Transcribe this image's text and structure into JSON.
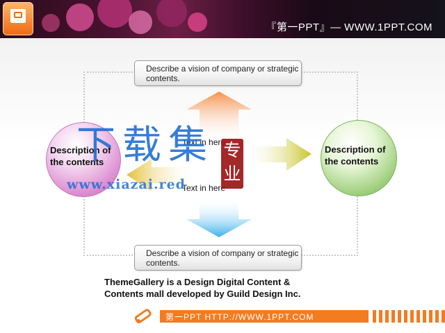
{
  "header": {
    "site_text": "『第一PPT』— WWW.1PPT.COM",
    "icon": "powerpoint-icon"
  },
  "diagram": {
    "top_box": "Describe a vision of company or strategic contents.",
    "bottom_box": "Describe a vision of company or strategic contents.",
    "left_circle": "Description of the contents",
    "right_circle": "Description of the contents",
    "center_top": "Text in here",
    "center_bottom": "Text in here"
  },
  "watermark": {
    "big": "下载集",
    "url": "www.xiazai.red",
    "seal": "专业"
  },
  "caption": "ThemeGallery is a Design Digital Content & Contents mall developed by Guild Design Inc.",
  "footer": {
    "text": "第一PPT HTTP://WWW.1PPT.COM",
    "icon": "pencil-icon"
  },
  "colors": {
    "accent": "#f37b20",
    "arrow_up": "#f6a36a",
    "arrow_down": "#6cc4f0",
    "arrow_right": "#d7d44a",
    "circle_left": "#d77fcb",
    "circle_right": "#93c96e"
  }
}
